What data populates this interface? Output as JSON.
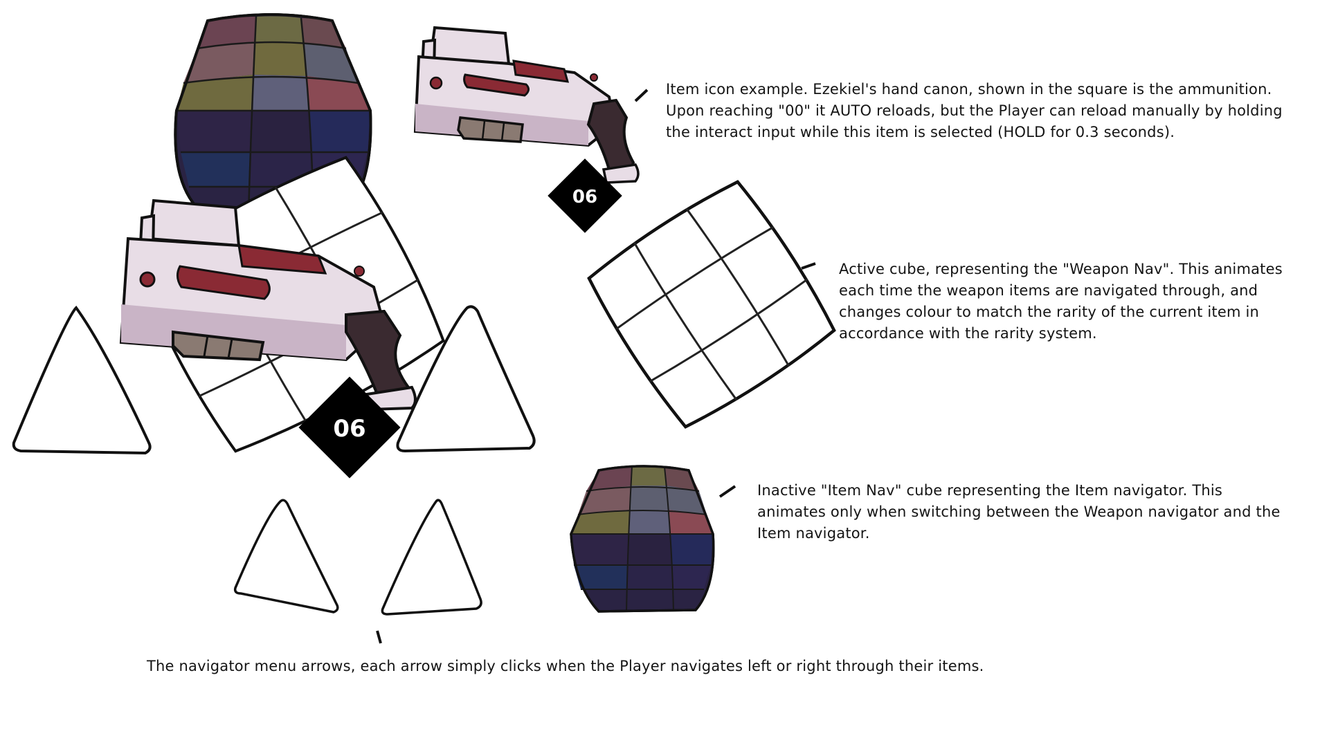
{
  "annotations": {
    "item_icon": "Item icon example. Ezekiel's hand canon, shown in the square is the ammunition.\nUpon reaching \"00\" it AUTO reloads, but the Player can reload manually by holding\nthe interact input while this item is selected (HOLD for 0.3 seconds).",
    "weapon_nav": "Active cube, representing the \"Weapon Nav\". This animates\neach time the weapon items are navigated through, and\nchanges colour to match the rarity of the current item in\naccordance with the rarity system.",
    "item_nav": "Inactive \"Item Nav\" cube representing the Item navigator. This\nanimates only when switching between the Weapon navigator and the\nItem navigator.",
    "arrows": "The navigator menu arrows, each arrow simply clicks when the Player navigates left or right through their items."
  },
  "ammo_badges": {
    "large": "06",
    "small": "06"
  },
  "icons": [
    "rubiks-cube-icon",
    "hand-cannon-icon",
    "ammo-badge-icon",
    "triangle-arrow-icon",
    "grid-cube-icon"
  ],
  "colors": {
    "cube_top": [
      "#6b4452",
      "#6c6a44",
      "#6a4a50",
      "#7a5a60",
      "#706a3e",
      "#5d5f70",
      "#6f6a3f",
      "#5f607a",
      "#8a4a54"
    ],
    "cube_bottom": [
      "#2e2446",
      "#2a2240",
      "#252a5a"
    ],
    "gun_body": "#e8dde6",
    "gun_shadow": "#c9b4c6",
    "gun_accent": "#8a2a34",
    "badge": "#000000",
    "outline": "#111111"
  }
}
